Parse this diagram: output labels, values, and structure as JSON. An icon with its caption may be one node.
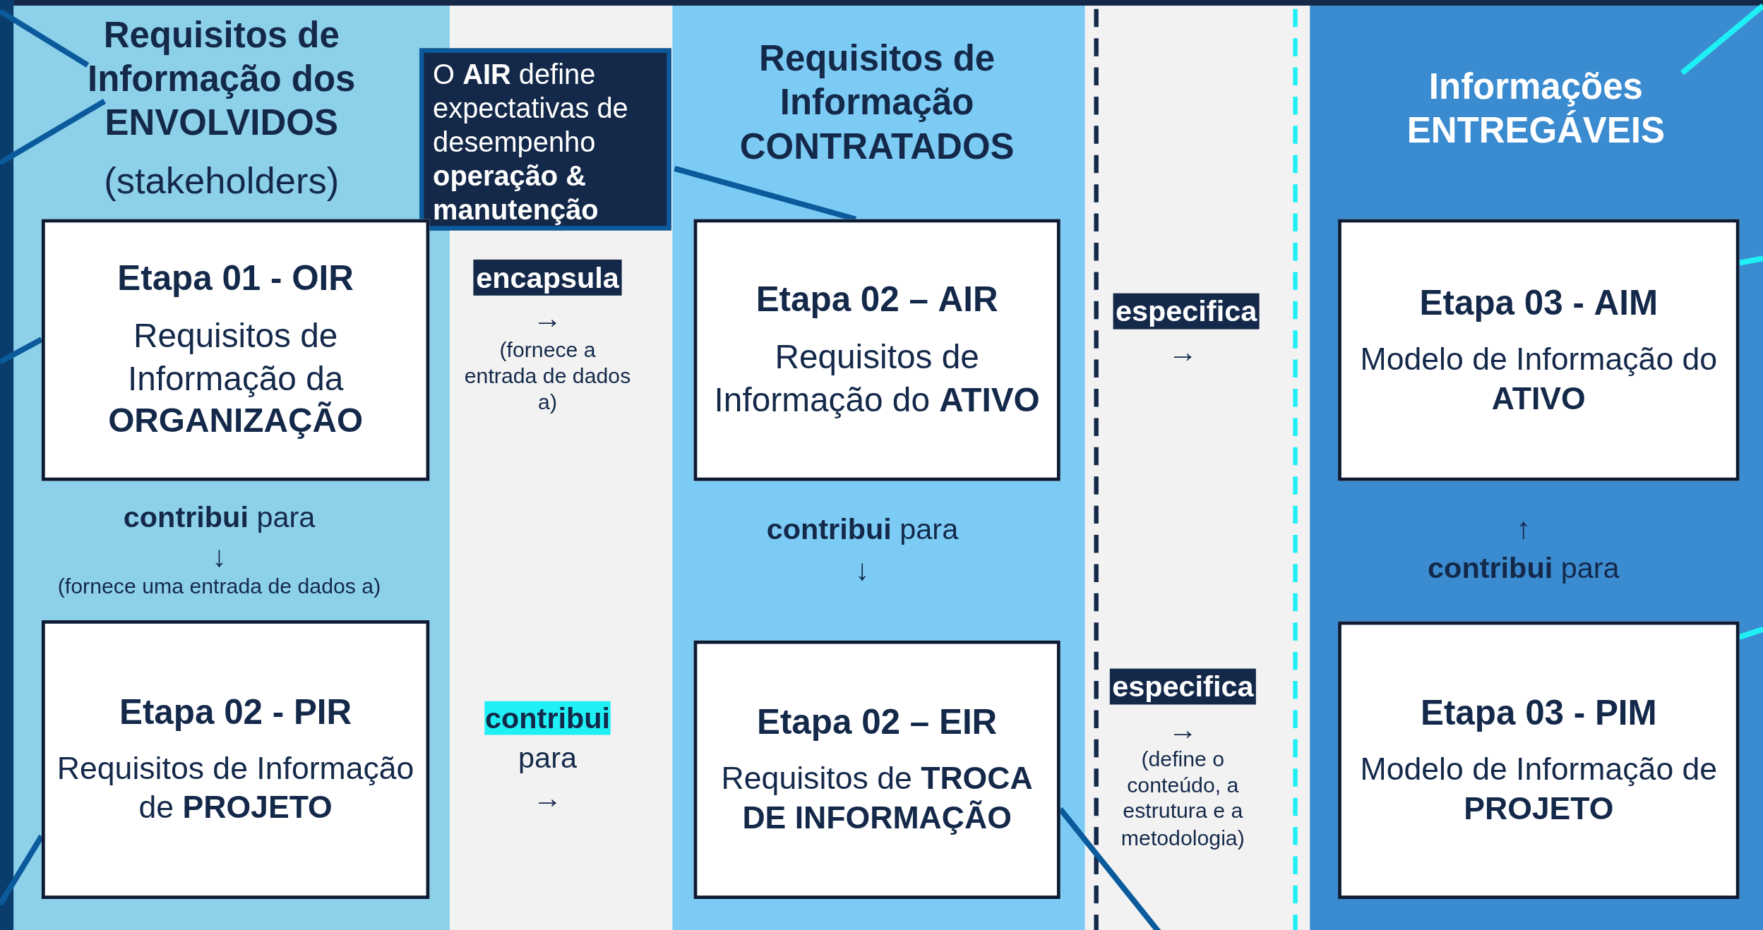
{
  "diagram": {
    "nodes": [
      {
        "text": [
          "Requisitos de Informação dos ENVOLVIDOS",
          "(stakeholders)"
        ]
      },
      {
        "text": [
          "O **AIR** define expectativas de desempenho **operação & manutenção**"
        ]
      },
      {
        "text": [
          "Informações ENTREGÁVEIS"
        ]
      },
      {
        "text": [
          "Etapa 01 - **OIR**",
          "Requisitos de Informação da **ORGANIZAÇÃO**"
        ]
      },
      {
        "text": [
          "Etapa 02 – **AIR**",
          "Requisitos de Informação do **ATIVO**"
        ]
      },
      {
        "text": [
          "Etapa 03 - **AIM**",
          "Modelo de Informação do **ATIVO**"
        ]
      },
      {
        "text": [
          "Etapa 02 - **PIR**",
          "Requisitos de Informação de **PROJETO**"
        ]
      },
      {
        "text": [
          "Etapa 02 – **EIR**",
          "Requisitos de **TROCA DE INFORMAÇÃO**"
        ]
      },
      {
        "text": [
          "Etapa 03 - **PIM**",
          "Modelo de Informação de **PROJETO**"
        ]
      }
    ],
    "edges": [
      {
        "from": 0,
        "to": null,
        "arrow": "none"
      },
      {
        "from": 0,
        "to": null,
        "arrow": "none"
      },
      {
        "from": 1,
        "to": 4,
        "arrow": "none"
      },
      {
        "from": 2,
        "to": null,
        "arrow": "none",
        "color": "#1ff0f5"
      },
      {
        "from": 3,
        "to": null,
        "arrow": "none"
      },
      {
        "from": 6,
        "to": null,
        "arrow": "none"
      },
      {
        "from": 7,
        "to": null,
        "arrow": "none"
      },
      {
        "from": 5,
        "to": null,
        "arrow": "none",
        "color": "#1ff0f5"
      },
      {
        "from": 8,
        "to": null,
        "arrow": "none",
        "color": "#1ff0f5"
      }
    ],
    "labels": [
      "Requisitos de Informação CONTRATADOS",
      "encapsula",
      "→",
      "(fornece a entrada de dados a)",
      "especifica",
      "→",
      "**contribui** para",
      "↓",
      "(fornece uma entrada de dados a)",
      "**contribui** para",
      "↓",
      "↑",
      "**contribui** para",
      "contribui",
      "para",
      "→",
      "especifica",
      "→",
      "(define o conteúdo, a estrutura e a metodologia)"
    ]
  }
}
